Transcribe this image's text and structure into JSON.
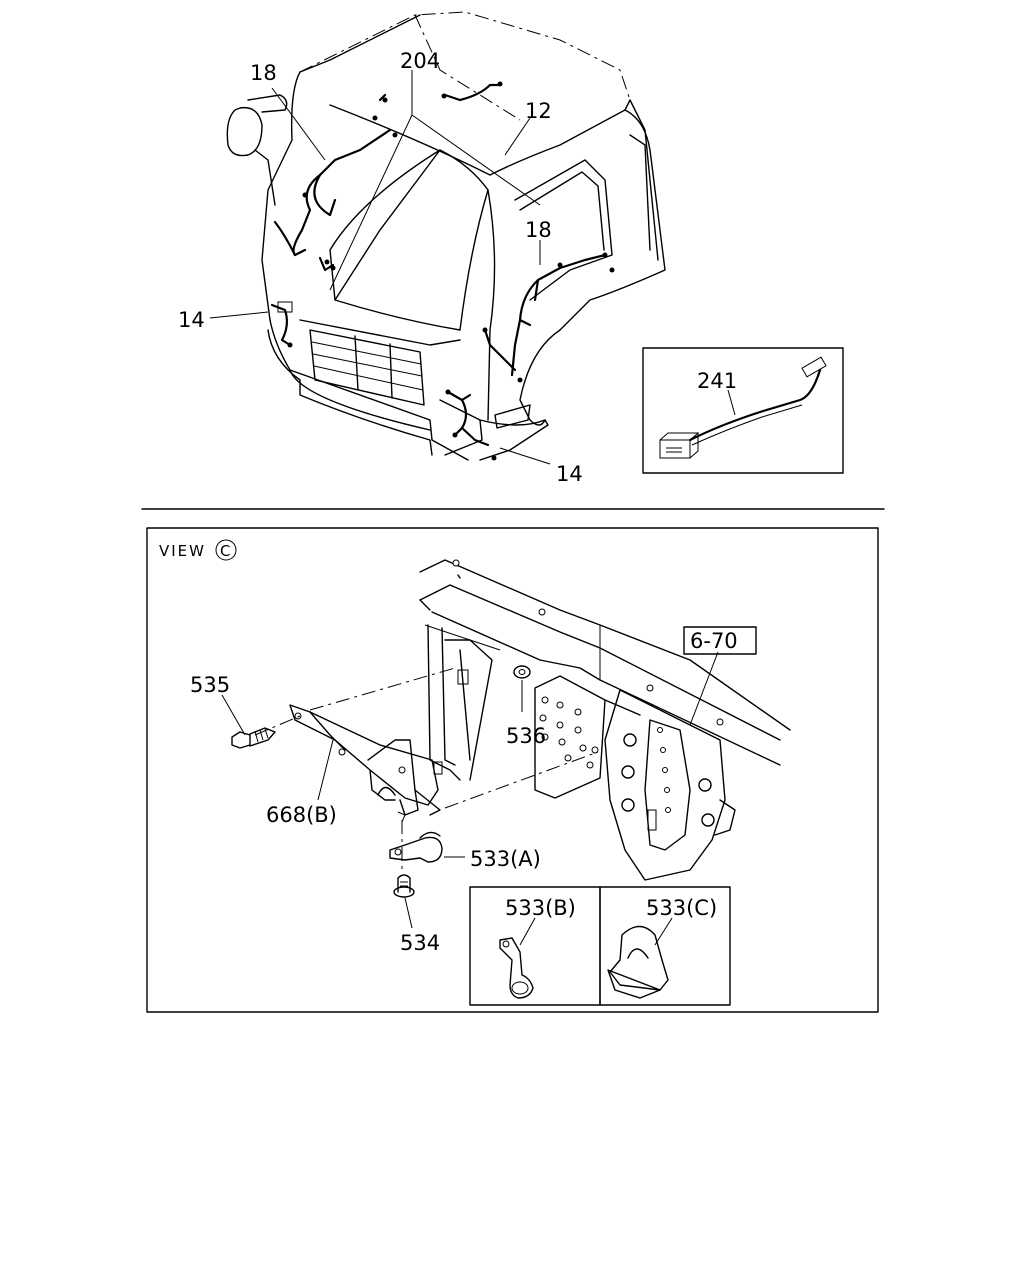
{
  "labels": {
    "l18a": "18",
    "l204": "204",
    "l12": "12",
    "l18b": "18",
    "l14a": "14",
    "l14b": "14",
    "l241": "241",
    "view_text": "VIEW",
    "view_letter": "C",
    "l670": "6-70",
    "l535": "535",
    "l536": "536",
    "l668b": "668(B)",
    "l533a": "533(A)",
    "l534": "534",
    "l533b": "533(B)",
    "l533c": "533(C)"
  }
}
